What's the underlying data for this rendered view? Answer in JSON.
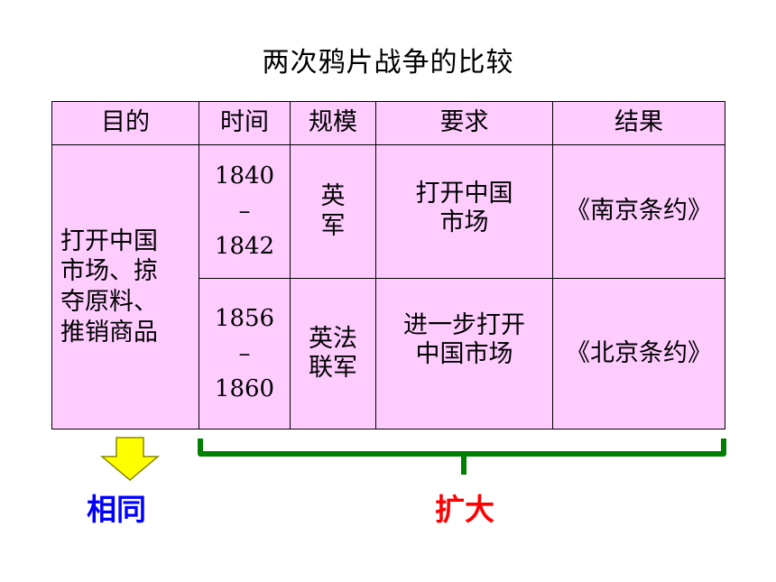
{
  "title": "两次鸦片战争的比较",
  "table": {
    "headers": [
      "目的",
      "时间",
      "规模",
      "要求",
      "结果"
    ],
    "purpose": [
      "打开中国",
      "市场、掠",
      "夺原料、",
      "推销商品"
    ],
    "rows": [
      {
        "time": [
          "1840",
          "–",
          "1842"
        ],
        "scale": [
          "英",
          "军"
        ],
        "demand": [
          "打开中国",
          "市场"
        ],
        "result": "《南京条约》"
      },
      {
        "time": [
          "1856",
          "–",
          "1860"
        ],
        "scale": [
          "英法",
          "联军"
        ],
        "demand": [
          "进一步打开",
          "中国市场"
        ],
        "result": "《北京条约》"
      }
    ]
  },
  "annotations": {
    "same_label": "相同",
    "expand_label": "扩大",
    "same_color": "#0000ff",
    "expand_color": "#ff0000",
    "arrow_color": "#ffff00",
    "bracket_color": "#008000"
  }
}
